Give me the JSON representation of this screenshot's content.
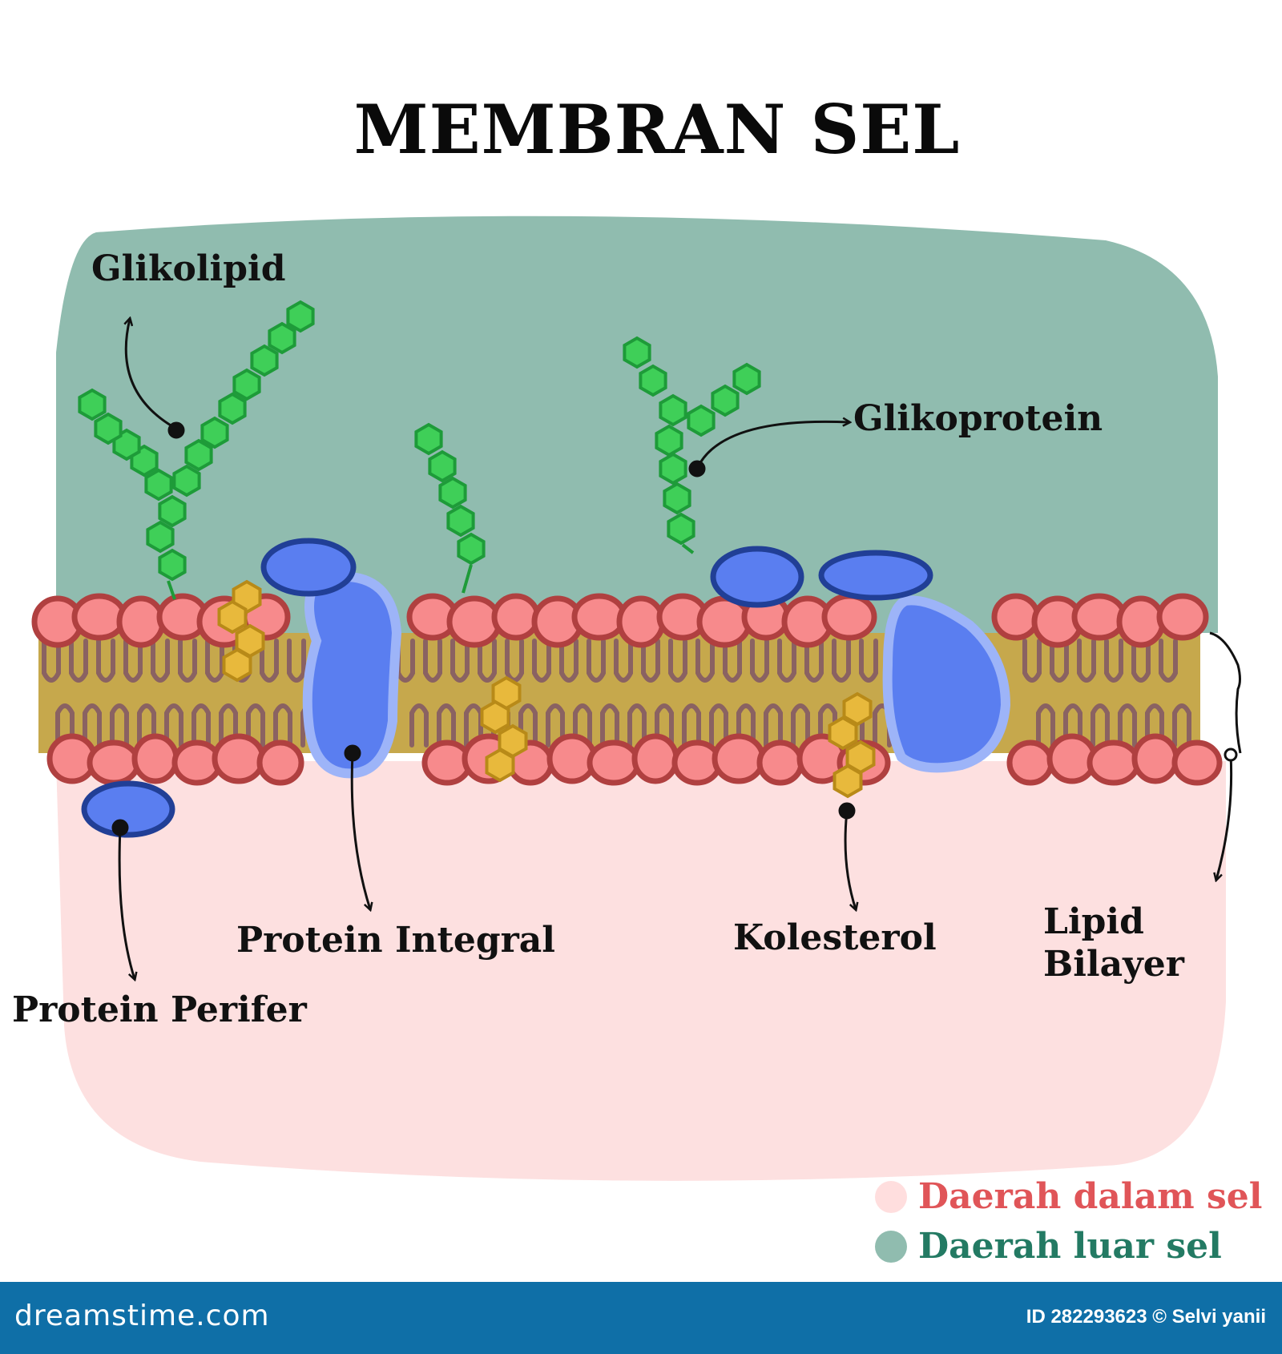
{
  "title": "MEMBRAN SEL",
  "labels": {
    "glikolipid": "Glikolipid",
    "glikoprotein": "Glikoprotein",
    "protein_integral": "Protein Integral",
    "kolesterol": "Kolesterol",
    "lipid_line1": "Lipid",
    "lipid_line2": "Bilayer",
    "protein_perifer": "Protein Perifer"
  },
  "legend": [
    {
      "label": "Daerah dalam sel",
      "color": "#e05558",
      "dot": "#ffdede"
    },
    {
      "label": "Daerah luar sel",
      "color": "#237a63",
      "dot": "#90bcaf"
    }
  ],
  "colors": {
    "outside": "#90bcaf",
    "inside": "#fde0e0",
    "head_fill": "#f78a8c",
    "head_stroke": "#b04040",
    "core": "#c6a84c",
    "tail": "#8a6262",
    "sugar_fill": "#3fcf58",
    "sugar_stroke": "#1e9b39",
    "chol_fill": "#e8b93c",
    "chol_stroke": "#b88a18",
    "protein_fill": "#5a7ef0",
    "protein_stroke": "#213f96",
    "integral_outline": "#9db4f8"
  },
  "footer": {
    "brand": "dreamstime.com",
    "credit": "ID 282293623 © Selvi yanii"
  }
}
